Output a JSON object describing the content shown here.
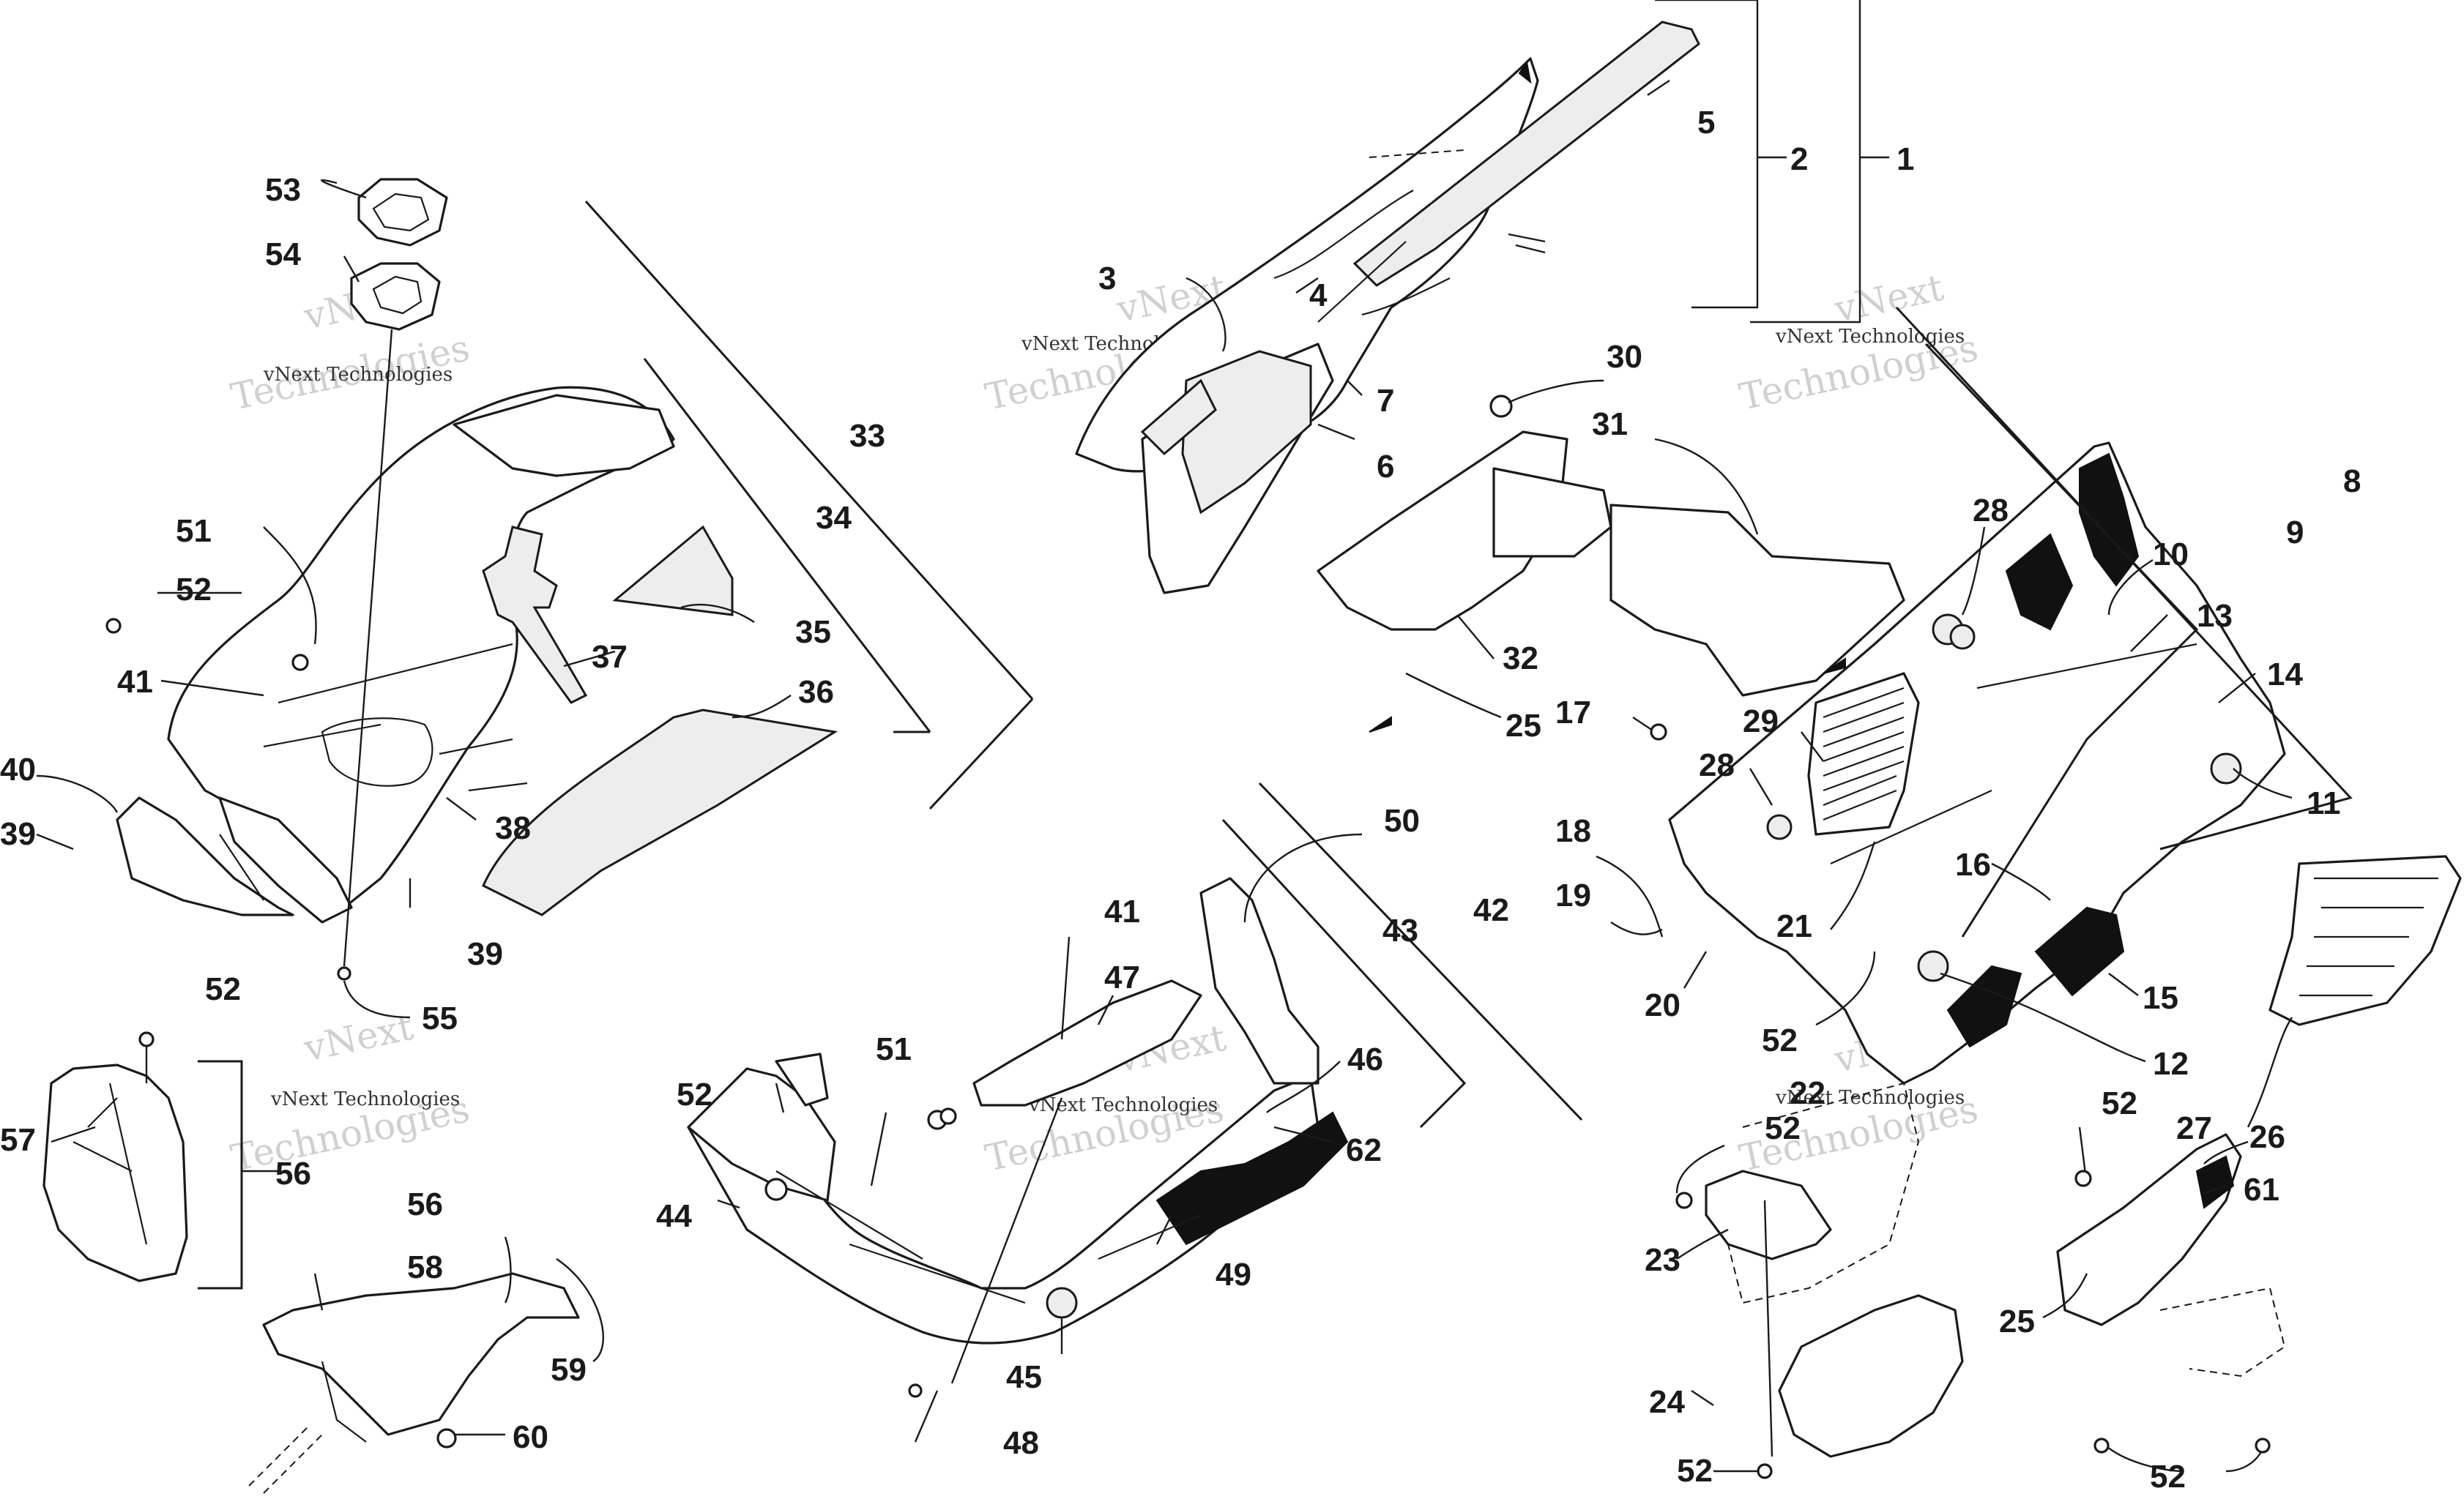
{
  "watermark": {
    "line1": "vNext",
    "line2": "Technologies",
    "line3": "vNext Technologies"
  },
  "callouts": {
    "c1": "1",
    "c2": "2",
    "c3": "3",
    "c4": "4",
    "c5": "5",
    "c6": "6",
    "c7": "7",
    "c8": "8",
    "c9": "9",
    "c10": "10",
    "c11": "11",
    "c12": "12",
    "c13": "13",
    "c14": "14",
    "c15": "15",
    "c16": "16",
    "c17": "17",
    "c18": "18",
    "c19": "19",
    "c20": "20",
    "c21": "21",
    "c22": "22",
    "c23": "23",
    "c24": "24",
    "c25a": "25",
    "c25b": "25",
    "c26": "26",
    "c27": "27",
    "c28a": "28",
    "c28b": "28",
    "c29": "29",
    "c30": "30",
    "c31": "31",
    "c32": "32",
    "c33": "33",
    "c34": "34",
    "c35": "35",
    "c36": "36",
    "c37": "37",
    "c38": "38",
    "c39a": "39",
    "c39b": "39",
    "c40": "40",
    "c41a": "41",
    "c41b": "41",
    "c42": "42",
    "c43": "43",
    "c44": "44",
    "c45": "45",
    "c46": "46",
    "c47": "47",
    "c48": "48",
    "c49": "49",
    "c50": "50",
    "c51a": "51",
    "c51b": "51",
    "c52a": "52",
    "c52b": "52",
    "c52c": "52",
    "c52d": "52",
    "c52e": "52",
    "c52f": "52",
    "c52g": "52",
    "c52h": "52",
    "c53": "53",
    "c54": "54",
    "c55": "55",
    "c56a": "56",
    "c56b": "56",
    "c57": "57",
    "c58": "58",
    "c59": "59",
    "c60": "60",
    "c61": "61",
    "c62": "62"
  },
  "colors": {
    "ink": "#1a1a1a",
    "watermark": "#c8c8c8",
    "background": "#ffffff"
  }
}
